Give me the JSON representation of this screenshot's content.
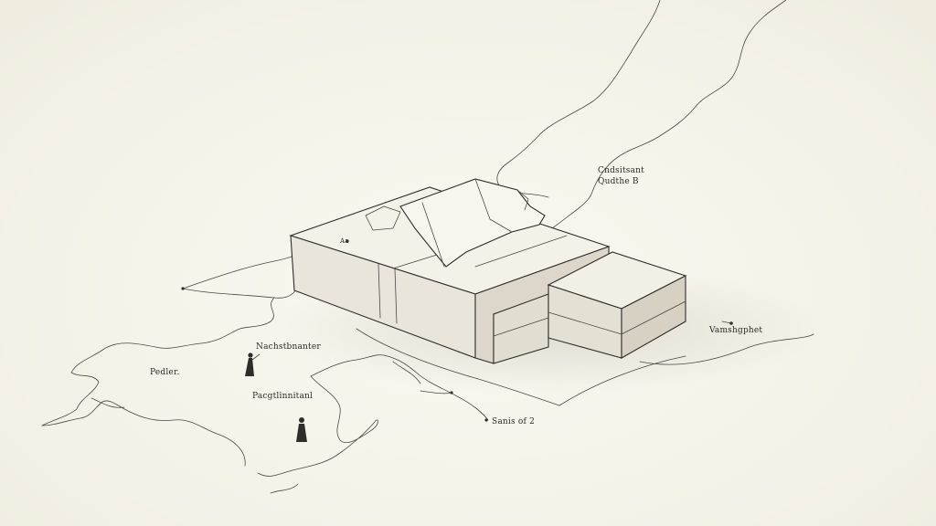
{
  "labels": {
    "top_right_line1": "Cndsitsant",
    "top_right_line2": "Qudthe B",
    "box_tag": "Aa",
    "right_label": "Vamshgphet",
    "left_upper": "Nachstbnanter",
    "left_far": "Pedler.",
    "left_lower": "Pacgtlinnitanl",
    "bottom_center": "Sanis of 2"
  },
  "colors": {
    "paper": "#f6f4ec",
    "ink": "#2e2d2a",
    "box_face_light": "#f3f0e6",
    "box_face_mid": "#e6e2d6",
    "box_face_dark": "#d7d2c4"
  }
}
